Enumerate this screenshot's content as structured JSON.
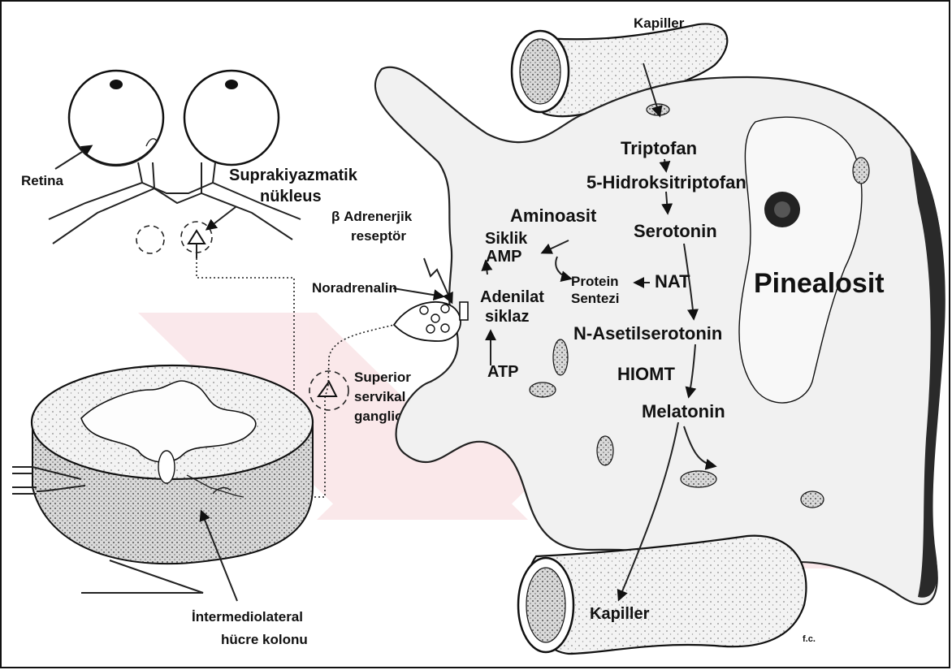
{
  "labels": {
    "retina": "Retina",
    "supra_1": "Suprakiyazmatik",
    "supra_2": "nükleus",
    "beta_1": "β Adrenerjik",
    "beta_2": "reseptör",
    "noradrenalin": "Noradrenalin",
    "kapiller_top": "Kapiller",
    "triptofan": "Triptofan",
    "hidroksi": "5-Hidroksitriptofan",
    "aminoasit": "Aminoasit",
    "serotonin": "Serotonin",
    "siklik": "Siklik",
    "amp": "AMP",
    "protein": "Protein",
    "sentezi": "Sentezi",
    "nat": "NAT",
    "adenilat": "Adenilat",
    "siklaz": "siklaz",
    "pinealosit": "Pinealosit",
    "asetil": "N-Asetilserotonin",
    "atp": "ATP",
    "hiomt": "HIOMT",
    "melatonin": "Melatonin",
    "superior": "Superior",
    "servikal": "servikal",
    "ganglion": "ganglion",
    "kapiller_bottom": "Kapiller",
    "intermedio_1": "İntermediolateral",
    "intermedio_2": "hücre kolonu",
    "signature": "f.c."
  },
  "colors": {
    "ink": "#111111",
    "cell_fill": "#f1f1f1",
    "watermark": "#f6d6da"
  }
}
